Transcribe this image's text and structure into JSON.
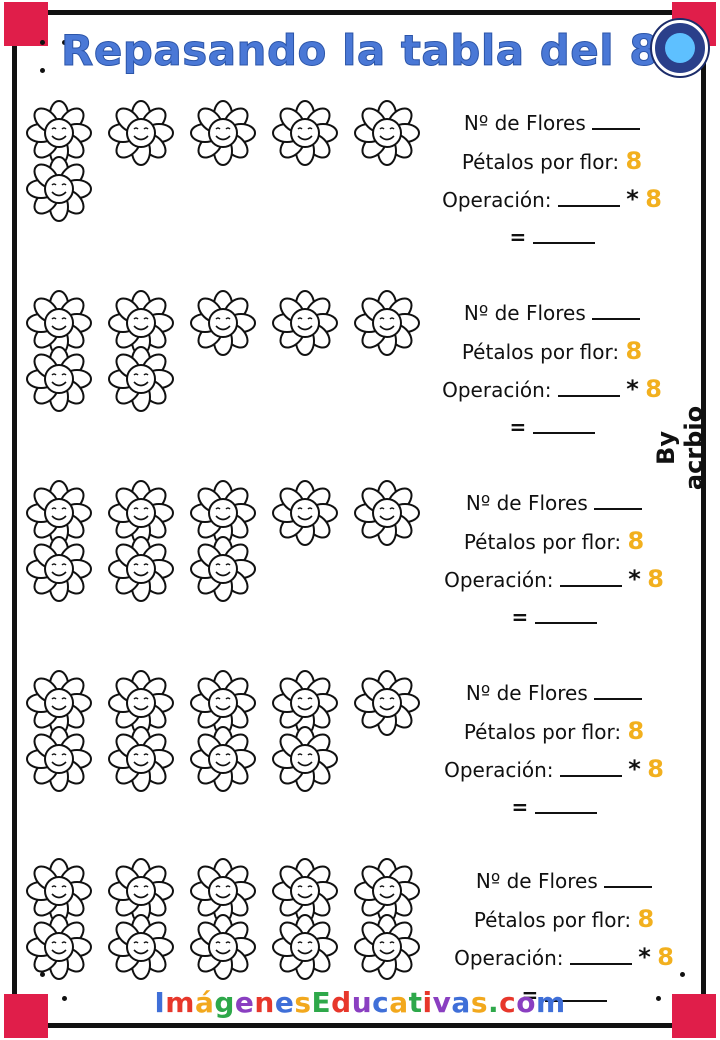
{
  "title": "Repasando la tabla del 8",
  "side_credit": "By acrbio",
  "footer": {
    "text": "ImágenesEducativas.com",
    "colors": [
      "#3f6fd8",
      "#e7372b",
      "#f2a81d",
      "#2ea84a",
      "#8a3fc1",
      "#e7372b",
      "#3f6fd8",
      "#f2a81d",
      "#2ea84a",
      "#e7372b",
      "#8a3fc1",
      "#3f6fd8",
      "#f2a81d",
      "#2ea84a",
      "#e7372b",
      "#8a3fc1",
      "#3f6fd8",
      "#f2a81d",
      "#2ea84a",
      "#e7372b",
      "#8a3fc1",
      "#3f6fd8"
    ]
  },
  "accent_color": "#f2b01e",
  "rows": [
    {
      "flowers": 6,
      "flores_label": "Nº de Flores",
      "petalos_label": "Pétalos por flor:",
      "petalos_value": "8",
      "operacion_label": "Operación:",
      "times_sign": "*",
      "times_value": "8",
      "equals": "="
    },
    {
      "flowers": 7,
      "flores_label": "Nº de Flores",
      "petalos_label": "Pétalos por flor:",
      "petalos_value": "8",
      "operacion_label": "Operación:",
      "times_sign": "*",
      "times_value": "8",
      "equals": "="
    },
    {
      "flowers": 8,
      "flores_label": "Nº de Flores",
      "petalos_label": "Pétalos por flor:",
      "petalos_value": "8",
      "operacion_label": "Operación:",
      "times_sign": "*",
      "times_value": "8",
      "equals": "="
    },
    {
      "flowers": 9,
      "flores_label": "Nº de Flores",
      "petalos_label": "Pétalos por flor:",
      "petalos_value": "8",
      "operacion_label": "Operación:",
      "times_sign": "*",
      "times_value": "8",
      "equals": "="
    },
    {
      "flowers": 10,
      "flores_label": "Nº de Flores",
      "petalos_label": "Pétalos por flor:",
      "petalos_value": "8",
      "operacion_label": "Operación:",
      "times_sign": "*",
      "times_value": "8",
      "equals": "="
    }
  ]
}
